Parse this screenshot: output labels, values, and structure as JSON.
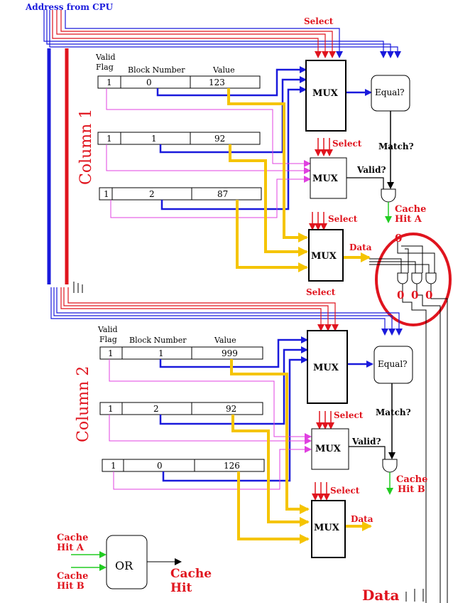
{
  "header": {
    "address_label": "Address from CPU"
  },
  "column1": {
    "title": "Column 1",
    "col_headers": {
      "valid_line1": "Valid",
      "valid_line2": "Flag",
      "block": "Block Number",
      "value": "Value"
    },
    "rows": [
      {
        "valid": "1",
        "block": "0",
        "value": "123"
      },
      {
        "valid": "1",
        "block": "1",
        "value": "92"
      },
      {
        "valid": "1",
        "block": "2",
        "value": "87"
      }
    ],
    "select_labels": [
      "Select",
      "Select",
      "Select"
    ],
    "mux_labels": [
      "MUX",
      "MUX",
      "MUX"
    ],
    "equal_label": "Equal?",
    "match_label": "Match?",
    "valid_label": "Valid?",
    "data_label": "Data",
    "hit_line1": "Cache",
    "hit_line2": "Hit A",
    "hit_bit": "0",
    "out_bits": [
      "0",
      "0",
      "0"
    ]
  },
  "column2": {
    "title": "Column 2",
    "select_top": "Select",
    "col_headers": {
      "valid_line1": "Valid",
      "valid_line2": "Flag",
      "block": "Block Number",
      "value": "Value"
    },
    "rows": [
      {
        "valid": "1",
        "block": "1",
        "value": "999"
      },
      {
        "valid": "1",
        "block": "2",
        "value": "92"
      },
      {
        "valid": "1",
        "block": "0",
        "value": "126"
      }
    ],
    "select_labels": [
      "Select",
      "Select"
    ],
    "mux_labels": [
      "MUX",
      "MUX",
      "MUX"
    ],
    "equal_label": "Equal?",
    "match_label": "Match?",
    "valid_label": "Valid?",
    "data_label": "Data",
    "hit_line1": "Cache",
    "hit_line2": "Hit B"
  },
  "or_gate": {
    "input_a_line1": "Cache",
    "input_a_line2": "Hit A",
    "input_b_line1": "Cache",
    "input_b_line2": "Hit B",
    "label": "OR",
    "output_line1": "Cache",
    "output_line2": "Hit"
  },
  "footer": {
    "data_label": "Data"
  },
  "colors": {
    "blue": "#1a1adc",
    "red": "#e0141e",
    "yellow": "#f5c400",
    "magenta": "#e040e0",
    "green": "#22cc22"
  }
}
